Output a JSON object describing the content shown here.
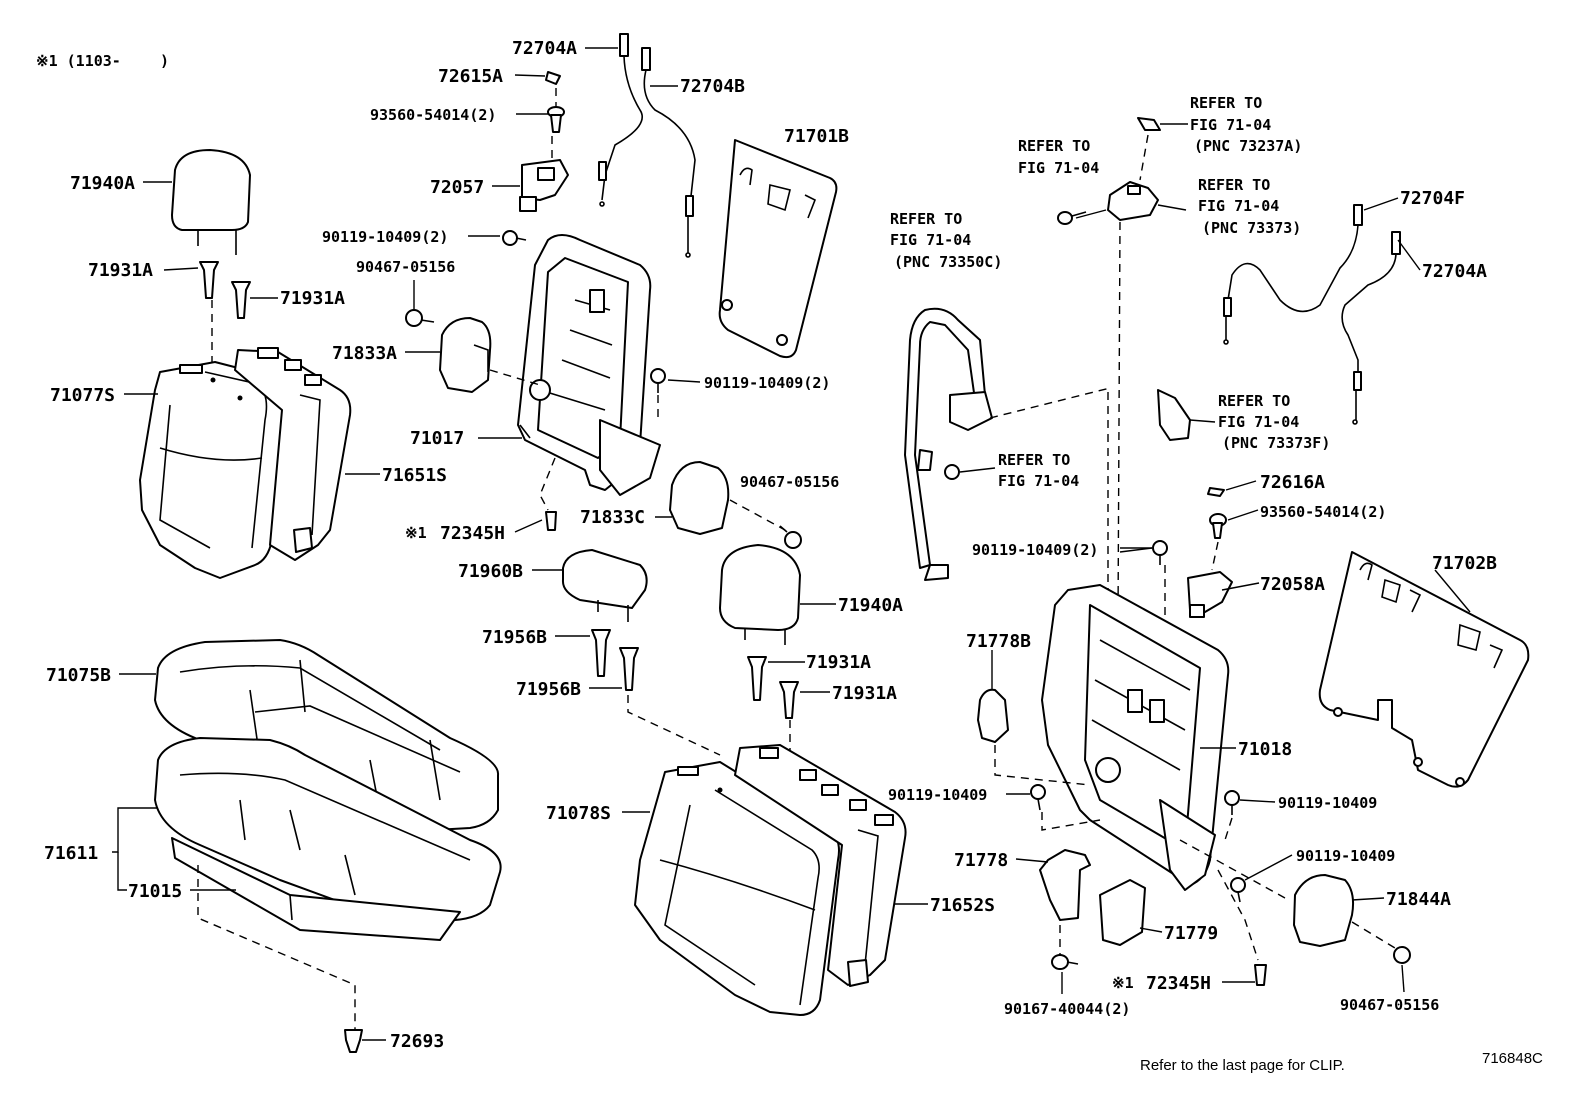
{
  "labels": {
    "l72704A_1": "72704A",
    "l72615A": "72615A",
    "l72704B": "72704B",
    "l93560_1": "93560-54014(2)",
    "l71701B": "71701B",
    "l71940A_1": "71940A",
    "l72057": "72057",
    "l90119_1": "90119-10409(2)",
    "l90467_1": "90467-05156",
    "l71931A_1": "71931A",
    "l71931A_2": "71931A",
    "l71833A": "71833A",
    "l90119_2": "90119-10409(2)",
    "l71077S": "71077S",
    "l71017": "71017",
    "l71651S": "71651S",
    "l90467_2": "90467-05156",
    "l72345H_1": "72345H",
    "l71833C": "71833C",
    "l71960B": "71960B",
    "l71940A_2": "71940A",
    "l71956B_1": "71956B",
    "l71956B_2": "71956B",
    "l71931A_3": "71931A",
    "l71931A_4": "71931A",
    "l71075B": "71075B",
    "l71078S": "71078S",
    "l71611": "71611",
    "l71015": "71015",
    "l71652S": "71652S",
    "l72693": "72693",
    "l72704F": "72704F",
    "l72704A_2": "72704A",
    "l72616A": "72616A",
    "l93560_2": "93560-54014(2)",
    "l90119_3": "90119-10409(2)",
    "l72058A": "72058A",
    "l71702B": "71702B",
    "l71778B": "71778B",
    "l71018": "71018",
    "l90119_4": "90119-10409",
    "l90119_5": "90119-10409",
    "l90119_6": "90119-10409",
    "l71778": "71778",
    "l71844A": "71844A",
    "l71779": "71779",
    "l72345H_2": "72345H",
    "l90167": "90167-40044(2)",
    "l90467_3": "90467-05156"
  },
  "markers": {
    "m1": "※1",
    "m2": "※1"
  },
  "refer_notes": {
    "r1": [
      "REFER TO",
      "FIG 71-04",
      "(PNC 73237A)"
    ],
    "r2": [
      "REFER TO",
      "FIG 71-04"
    ],
    "r3": [
      "REFER TO",
      "FIG 71-04",
      "(PNC 73373)"
    ],
    "r4": [
      "REFER TO",
      "FIG 71-04",
      "(PNC 73350C)"
    ],
    "r5": [
      "REFER TO",
      "FIG 71-04",
      "(PNC 73373F)"
    ],
    "r6": [
      "REFER TO",
      "FIG 71-04"
    ]
  },
  "notes": {
    "applicability": "※1 (1103-",
    "applicability_close": ")",
    "footer_clip": "Refer to the last page for CLIP.",
    "figure_id": "716848C"
  }
}
